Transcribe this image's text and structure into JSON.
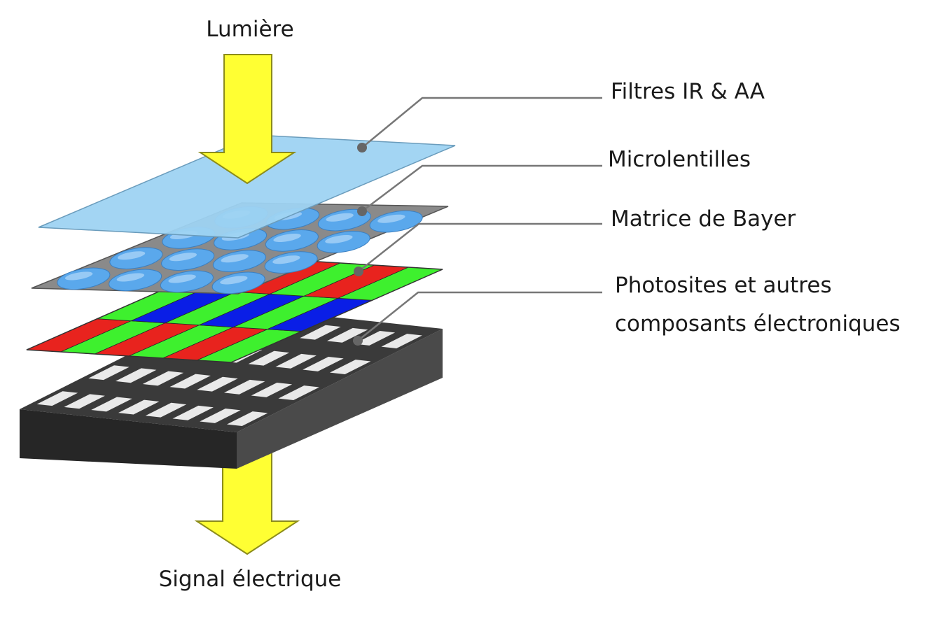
{
  "labels": {
    "light_in": "Lumière",
    "signal_out": "Signal électrique",
    "filters": "Filtres IR & AA",
    "microlenses": "Microlentilles",
    "bayer": "Matrice de Bayer",
    "photosites_line1": "Photosites et autres",
    "photosites_line2": "composants électroniques"
  },
  "colors": {
    "arrow_fill": "#ffff33",
    "arrow_stroke": "#8c8c1a",
    "filter_fill": "#9ed3f2",
    "filter_stroke": "#6a9cbc",
    "lens_plate": "#8a8a8a",
    "lens_fill": "#5aa8ec",
    "lens_highlight": "#a8d2f7",
    "bayer_red": "#e8231e",
    "bayer_green": "#3ef02e",
    "bayer_blue": "#0a1ee6",
    "sensor_top": "#3a3a3a",
    "sensor_front": "#262626",
    "sensor_side": "#4a4a4a",
    "photosite": "#e9e9e9",
    "leader_line": "#777777",
    "leader_dot": "#666666"
  },
  "bayer_pattern": [
    [
      "R",
      "G",
      "R",
      "G",
      "R",
      "G"
    ],
    [
      "G",
      "B",
      "G",
      "B",
      "G",
      "B"
    ],
    [
      "R",
      "G",
      "R",
      "G",
      "R",
      "G"
    ]
  ]
}
